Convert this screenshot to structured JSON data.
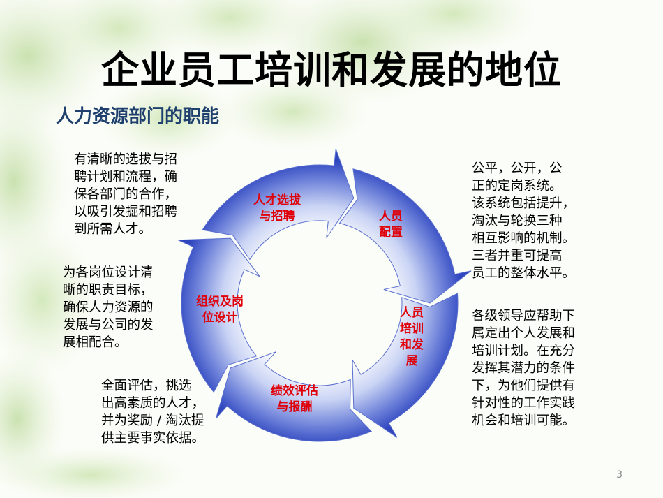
{
  "slide": {
    "title": "企业员工培训和发展的地位",
    "subtitle": "人力资源部门的职能",
    "page_number": "3"
  },
  "cycle": {
    "segments": [
      {
        "label_lines": [
          "人才选拔",
          "与招聘"
        ]
      },
      {
        "label_lines": [
          "人员",
          "配置"
        ]
      },
      {
        "label_lines": [
          "人员",
          "培训",
          "和发",
          "展"
        ]
      },
      {
        "label_lines": [
          "绩效评估",
          "与报酬"
        ]
      },
      {
        "label_lines": [
          "组织及岗",
          "位设计"
        ]
      }
    ],
    "colors": {
      "fill_light": "#ffffff",
      "fill_dark": "#3a52c8",
      "label": "#e0000a"
    }
  },
  "notes": {
    "recruit": [
      "有清晰的选拔与招",
      "聘计划和流程，确",
      "保各部门的合作，",
      "以吸引发掘和招聘",
      "到所需人才。"
    ],
    "org": [
      "为各岗位设计清",
      "晰的职责目标，",
      "确保人力资源的",
      "发展与公司的发",
      "展相配合。"
    ],
    "eval": [
      "全面评估，挑选",
      "出高素质的人才，",
      "并为奖励 / 淘汰提",
      "供主要事实依据。"
    ],
    "staffing": [
      "公平，公开，公",
      "正的定岗系统。",
      "该系统包括提升，",
      "淘汰与轮换三种",
      "相互影响的机制。",
      "三者并重可提高",
      "员工的整体水平。"
    ],
    "training": [
      "各级领导应帮助下",
      "属定出个人发展和",
      "培训计划。在充分",
      "发挥其潜力的条件",
      "下，为他们提供有",
      "针对性的工作实践",
      "机会和培训可能。"
    ]
  }
}
